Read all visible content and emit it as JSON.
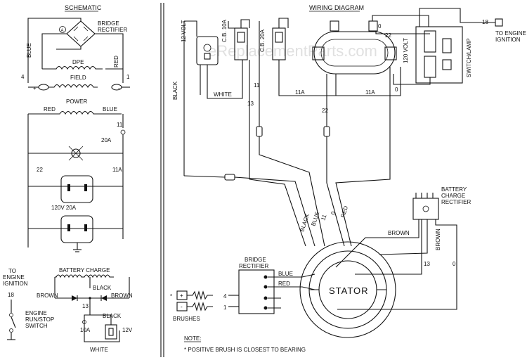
{
  "schematic": {
    "title": "SCHEMATIC",
    "bridge_rectifier": "BRIDGE\nRECTIFIER",
    "a_marker": "A",
    "blue": "BLUE",
    "red": "RED",
    "dpe": "DPE",
    "field": "FIELD",
    "plus": "+",
    "minus": "-",
    "n4": "4",
    "n1": "1",
    "power": "POWER",
    "red2": "RED",
    "blue2": "BLUE",
    "n11": "11",
    "cb20a": "20A",
    "n22": "22",
    "n11a": "11A",
    "outlet": "120V 20A",
    "battery_charge": "BATTERY CHARGE",
    "brown_left": "BROWN",
    "black": "BLACK",
    "brown_right": "BROWN",
    "n13": "13",
    "to_engine_ignition": "TO\nENGINE\nIGNITION",
    "n18": "18",
    "switch": "ENGINE\nRUN/STOP\nSWITCH",
    "cb10a": "10A",
    "black2": "BLACK",
    "v12": "12V",
    "white": "WHITE"
  },
  "wiring": {
    "title": "WIRING DIAGRAM",
    "to_engine_ignition": "TO ENGINE\nIGNITION",
    "n18": "18",
    "n0_top": "0",
    "n22_top": "22",
    "volt12": "12 VOLT",
    "cb10a": "C.B. 10A",
    "cb20a": "C.B. 20A",
    "volt120": "120 VOLT",
    "switch_lamp": "SWITCH/LAMP",
    "black": "BLACK",
    "white": "WHITE",
    "n11": "11",
    "n13": "13",
    "n11a_left": "11A",
    "n11a_right": "11A",
    "n0_mid": "0",
    "n22": "22",
    "black_lead": "BLACK",
    "blue_lead": "BLUE",
    "red_lead": "RED",
    "n11_lead": "11",
    "n0_lead": "0",
    "battery_charge_rectifier": "BATTERY\nCHARGE\nRECTIFIER",
    "brown1": "BROWN",
    "brown2": "BROWN",
    "n13_right": "13",
    "n0_right": "0",
    "bridge_rectifier": "BRIDGE\nRECTIFIER",
    "blue": "BLUE",
    "red": "RED",
    "stator": "STATOR",
    "asterisk": "*",
    "plus": "+",
    "minus": "-",
    "n4": "4",
    "n1": "1",
    "brushes": "BRUSHES",
    "note_title": "NOTE:",
    "note_text": "* POSITIVE BRUSH IS CLOSEST TO BEARING"
  },
  "watermark": "eReplacementParts.com"
}
